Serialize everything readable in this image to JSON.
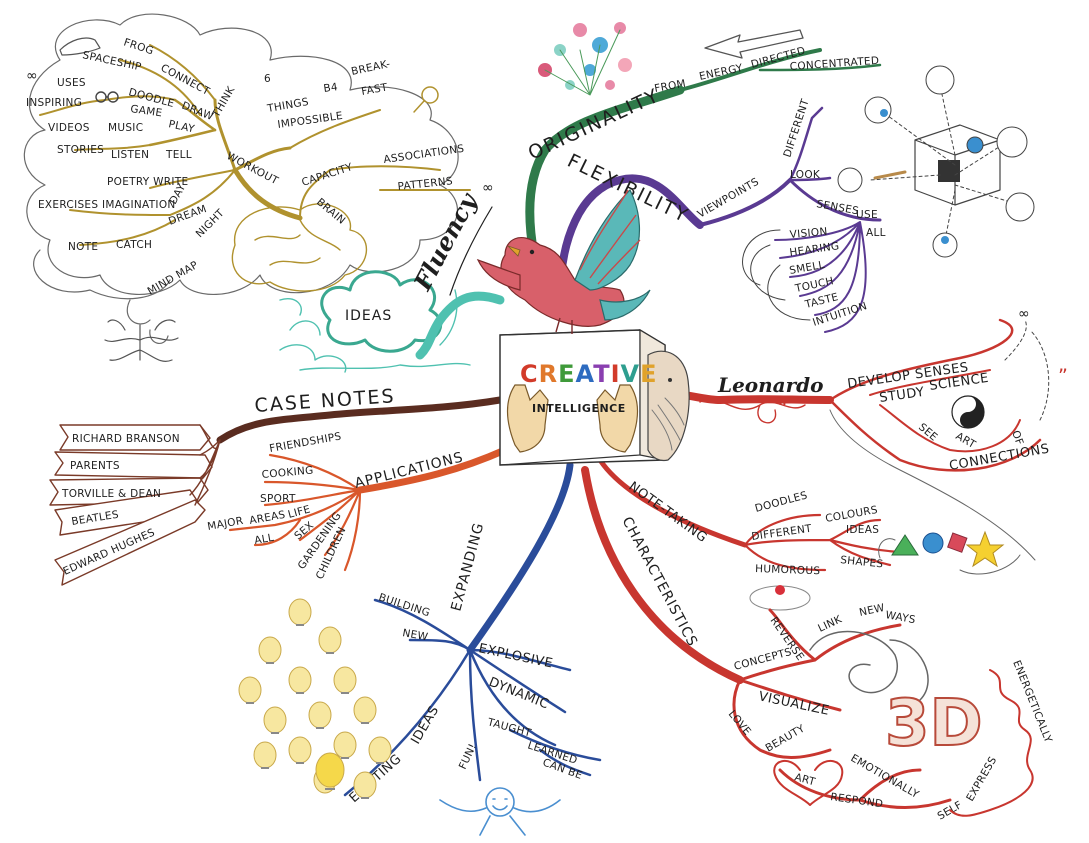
{
  "center": {
    "word_letters": [
      "C",
      "R",
      "E",
      "A",
      "T",
      "I",
      "V",
      "E"
    ],
    "word_colors": [
      "#d23b2a",
      "#e0782b",
      "#3f9a3a",
      "#2d6bc0",
      "#8a3fb0",
      "#d23b2a",
      "#2e9e8f",
      "#e0a22b"
    ],
    "subtitle": "INTELLIGENCE"
  },
  "colors": {
    "fluency": "#4fc1b0",
    "originality": "#2f7a4a",
    "flexibility": "#5a3a92",
    "leonardo": "#c8362f",
    "characteristics": "#c8362f",
    "expanding": "#2a4c9a",
    "applications": "#d9572b",
    "case_notes": "#5a2c20",
    "brain": "#b0922e",
    "cloud_outline": "#6a6a6a"
  },
  "labels": {
    "fluency": "Fluency",
    "ideas": "IDEAS",
    "brain": "BRAIN",
    "capacity": "CAPACITY",
    "associations": "ASSOCIATIONS",
    "patterns": "PATTERNS",
    "infinity_brain": "∞",
    "mind_map": "MIND MAP",
    "note": "NOTE",
    "catch": "CATCH",
    "dream": "DREAM",
    "day": "DAY",
    "night": "NIGHT",
    "exercises": "EXERCISES",
    "imagination": "IMAGINATION",
    "poetry_write": "POETRY WRITE",
    "stories": "STORIES",
    "listen": "LISTEN",
    "tell": "TELL",
    "workout": "WORKOUT",
    "think": "THINK",
    "six": "6",
    "things": "THINGS",
    "b4": "B4",
    "break": "BREAK-",
    "fast": "FAST",
    "impossible": "IMPOSSIBLE",
    "connect": "CONNECT",
    "frog": "FROG",
    "spaceship": "SPACESHIP",
    "uses": "USES",
    "doodle": "DOODLE",
    "draw": "DRAW",
    "inspiring": "INSPIRING",
    "game": "GAME",
    "play": "PLAY",
    "videos": "VIDEOS",
    "music": "MUSIC",
    "infinity_uses": "∞",
    "originality": "ORIGINALITY",
    "from": "FROM",
    "energy": "ENERGY",
    "directed": "DIRECTED",
    "concentrated": "CONCENTRATED",
    "flexibility": "FLEXIBILITY",
    "viewpoints": "VIEWPOINTS",
    "different": "DIFFERENT",
    "look": "LOOK",
    "senses": "SENSES",
    "use": "USE",
    "all": "ALL",
    "vision": "VISION",
    "hearing": "HEARING",
    "smell": "SMELL",
    "touch": "TOUCH",
    "taste": "TASTE",
    "intuition": "INTUITION",
    "leonardo": "Leonardo",
    "quote_open": "“",
    "quote_close": "”",
    "develop_senses": "DEVELOP SENSES",
    "study": "STUDY",
    "science": "SCIENCE",
    "see": "SEE",
    "art": "ART",
    "of": "OF",
    "connections": "CONNECTIONS",
    "infinity_leo": "∞",
    "case_notes": "CASE NOTES",
    "richard_branson": "RICHARD BRANSON",
    "parents": "PARENTS",
    "torville_dean": "TORVILLE & DEAN",
    "beatles": "BEATLES",
    "edward_hughes": "EDWARD HUGHES",
    "applications": "APPLICATIONS",
    "friendships": "FRIENDSHIPS",
    "cooking": "COOKING",
    "sport": "SPORT",
    "major": "MAJOR",
    "areas": "AREAS",
    "life": "LIFE",
    "all_apps": "ALL",
    "sex": "SEX",
    "gardening": "GARDENING",
    "children": "CHILDREN",
    "note_taking": "NOTE-TAKING",
    "doodles": "DOODLES",
    "different_nt": "DIFFERENT",
    "colours": "COLOURS",
    "ideas_nt": "IDEAS",
    "shapes": "SHAPES",
    "humorous": "HUMOROUS",
    "characteristics": "CHARACTERISTICS",
    "reverse": "REVERSE",
    "link": "LINK",
    "new_ch": "NEW",
    "ways": "WAYS",
    "concepts": "CONCEPTS",
    "visualize": "VISUALIZE",
    "three_d": "3D",
    "love": "LOVE",
    "beauty": "BEAUTY",
    "art_ch": "ART",
    "emotionally": "EMOTIONALLY",
    "respond": "RESPOND",
    "self": "SELF",
    "express": "EXPRESS",
    "energetically": "ENERGETICALLY",
    "expanding": "EXPANDING",
    "building": "BUILDING",
    "new_ex": "NEW",
    "explosive": "EXPLOSIVE",
    "dynamic": "DYNAMIC",
    "taught": "TAUGHT",
    "learned": "LEARNED",
    "can_be": "CAN BE",
    "fun": "FUN!",
    "existing": "EXISTING",
    "ideas_ex": "IDEAS"
  }
}
